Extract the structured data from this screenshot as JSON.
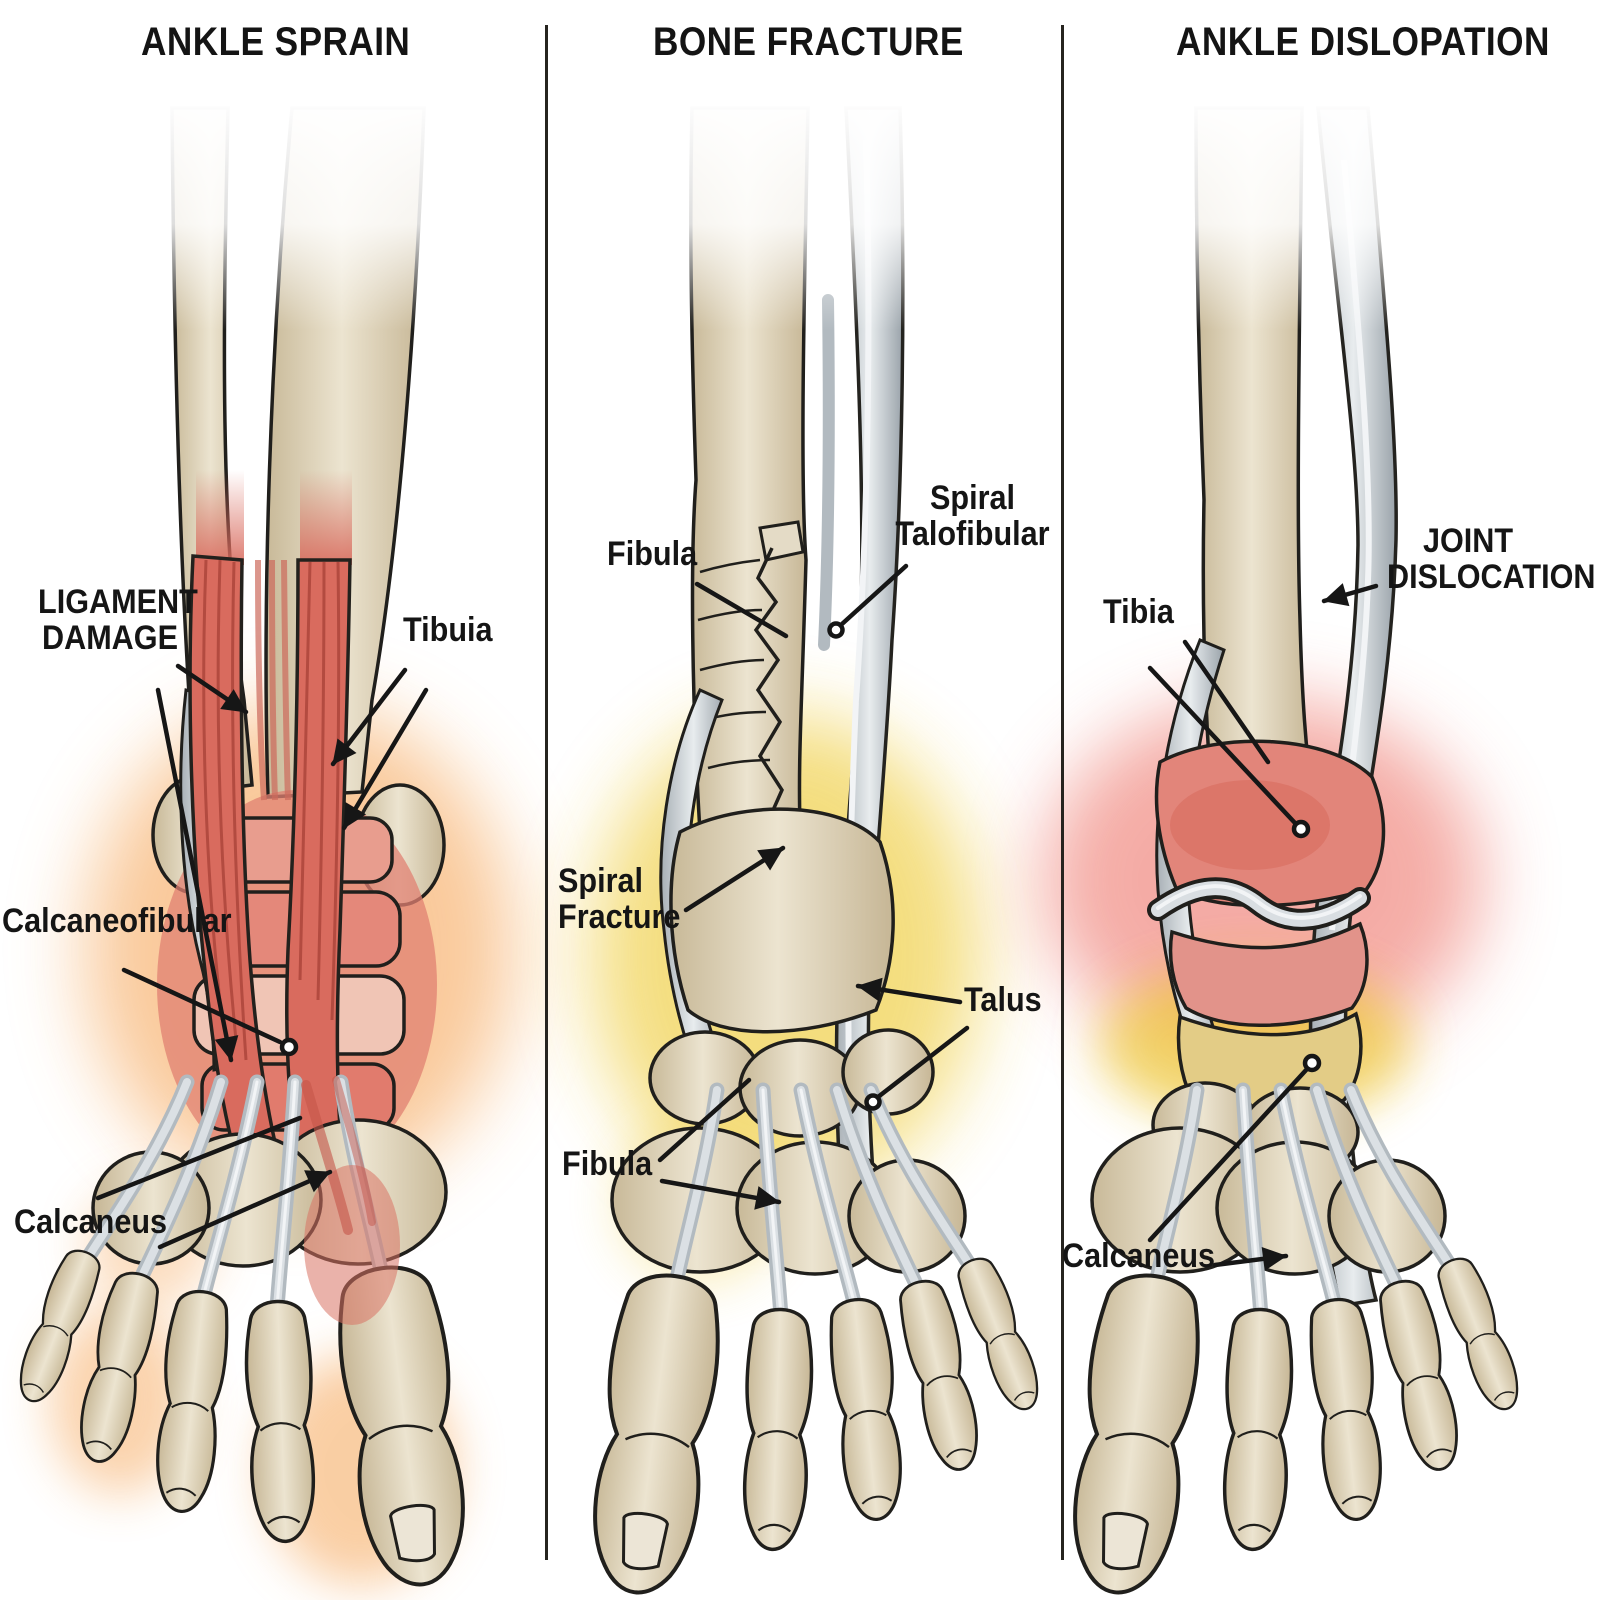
{
  "panels": [
    {
      "title": "ANKLE SPRAIN",
      "labels": [
        {
          "id": "ligament-damage",
          "lines": [
            "LIGAMENT",
            "DAMAGE"
          ]
        },
        {
          "id": "tibia",
          "lines": [
            "Tibuia"
          ]
        },
        {
          "id": "calcaneofibular",
          "lines": [
            "Calcaneofibular"
          ]
        },
        {
          "id": "calcaneus",
          "lines": [
            "Calcaneus"
          ]
        }
      ]
    },
    {
      "title": "BONE FRACTURE",
      "labels": [
        {
          "id": "fibula-upper",
          "lines": [
            "Fibula"
          ]
        },
        {
          "id": "spiral-talofibular",
          "lines": [
            "Spiral",
            "Talofibular"
          ]
        },
        {
          "id": "spiral-fracture",
          "lines": [
            "Spiral",
            "Fracture"
          ]
        },
        {
          "id": "talus",
          "lines": [
            "Talus"
          ]
        },
        {
          "id": "fibula-lower",
          "lines": [
            "Fibula"
          ]
        }
      ]
    },
    {
      "title": "ANKLE DISLOPATION",
      "labels": [
        {
          "id": "tibia",
          "lines": [
            "Tibia"
          ]
        },
        {
          "id": "joint-dislocation",
          "lines": [
            "JOINT",
            "DISLOCATION"
          ]
        },
        {
          "id": "calcaneus",
          "lines": [
            "Calcaneus"
          ]
        }
      ]
    }
  ],
  "colors": {
    "bone": "#d7cbb0",
    "tendon": "#ccd1d6",
    "muscle": "#d96b5e",
    "sprain_glow": "#f59e4a",
    "fracture_glow": "#edc829",
    "dislocation_glow": "#ea5a4d",
    "outline": "#201f1c",
    "text": "#151515"
  }
}
